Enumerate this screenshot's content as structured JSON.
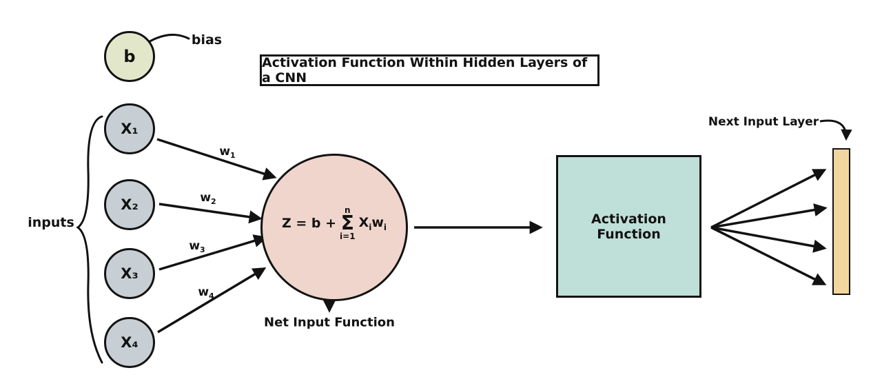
{
  "diagram": {
    "title": "Activation Function Within Hidden Layers of a CNN",
    "bias": {
      "node_label": "b",
      "label": "bias"
    },
    "inputs": {
      "group_label": "inputs",
      "nodes": [
        {
          "label": "X₁",
          "weight_base": "w",
          "weight_sub": "1"
        },
        {
          "label": "X₂",
          "weight_base": "w",
          "weight_sub": "2"
        },
        {
          "label": "X₃",
          "weight_base": "w",
          "weight_sub": "3"
        },
        {
          "label": "X₄",
          "weight_base": "w",
          "weight_sub": "4"
        }
      ]
    },
    "net_input": {
      "formula": {
        "lhs": "Z = b +",
        "sigma_top": "n",
        "sigma": "Σ",
        "sigma_bottom": "i=1",
        "x_base": "X",
        "x_sub": "i",
        "w_base": "w",
        "w_sub": "i"
      },
      "label": "Net Input Function"
    },
    "activation": {
      "label": "Activation Function"
    },
    "next_layer": {
      "label": "Next Input Layer"
    },
    "colors": {
      "bias_fill": "#e3e7ca",
      "input_fill": "#c7cfd4",
      "net_input_fill": "#f0d5cc",
      "activation_fill": "#bfe0d8",
      "next_layer_fill": "#f1d69e",
      "stroke": "#121212"
    }
  }
}
